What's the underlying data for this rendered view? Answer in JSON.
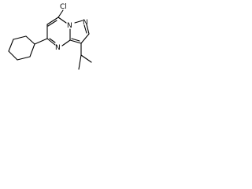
{
  "molecule": {
    "atoms": {
      "chlorine": "Cl",
      "ring_nitrogen_top": "N",
      "ring_nitrogen_bottom": "N",
      "pyrazole_nitrogen": "N"
    },
    "colors": {
      "bond": "#000000",
      "label": "#000000",
      "background": "#ffffff"
    }
  }
}
